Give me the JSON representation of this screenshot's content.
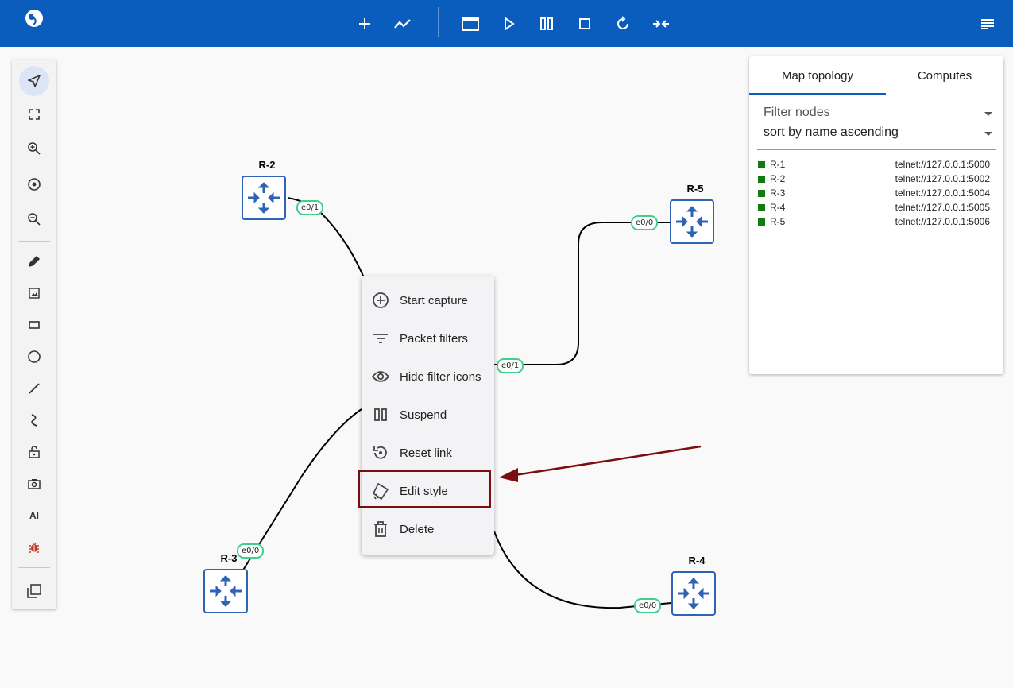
{
  "toolbar": {
    "buttons": [
      "add-node",
      "add-link",
      "console",
      "start",
      "suspend",
      "stop",
      "reload",
      "collapse",
      "menu"
    ]
  },
  "nodes": [
    {
      "name": "R-2"
    },
    {
      "name": "R-5"
    },
    {
      "name": "R-3"
    },
    {
      "name": "R-4"
    }
  ],
  "ports": {
    "r2_e01": "e0/1",
    "r5_e00": "e0/0",
    "mid_e01": "e0/1",
    "r3_e00": "e0/0",
    "r4_e00": "e0/0"
  },
  "context_menu": {
    "items": [
      {
        "label": "Start capture",
        "icon": "add-circle-icon"
      },
      {
        "label": "Packet filters",
        "icon": "filter-icon"
      },
      {
        "label": "Hide filter icons",
        "icon": "eye-icon"
      },
      {
        "label": "Suspend",
        "icon": "pause-icon"
      },
      {
        "label": "Reset link",
        "icon": "reset-icon"
      },
      {
        "label": "Edit style",
        "icon": "style-icon"
      },
      {
        "label": "Delete",
        "icon": "trash-icon"
      }
    ]
  },
  "panel": {
    "tabs": [
      "Map topology",
      "Computes"
    ],
    "filter_label": "Filter nodes",
    "sort_label": "sort by name ascending",
    "node_list": [
      {
        "name": "R-1",
        "console": "telnet://127.0.0.1:5000"
      },
      {
        "name": "R-2",
        "console": "telnet://127.0.0.1:5002"
      },
      {
        "name": "R-3",
        "console": "telnet://127.0.0.1:5004"
      },
      {
        "name": "R-4",
        "console": "telnet://127.0.0.1:5005"
      },
      {
        "name": "R-5",
        "console": "telnet://127.0.0.1:5006"
      }
    ],
    "status_color": "#117a11"
  },
  "tools": {
    "ai_label": "AI"
  },
  "colors": {
    "header": "#0a5dbd",
    "router_border": "#2f63b3",
    "port_border": "#3fcf8e",
    "highlight": "#7a0d0d"
  }
}
